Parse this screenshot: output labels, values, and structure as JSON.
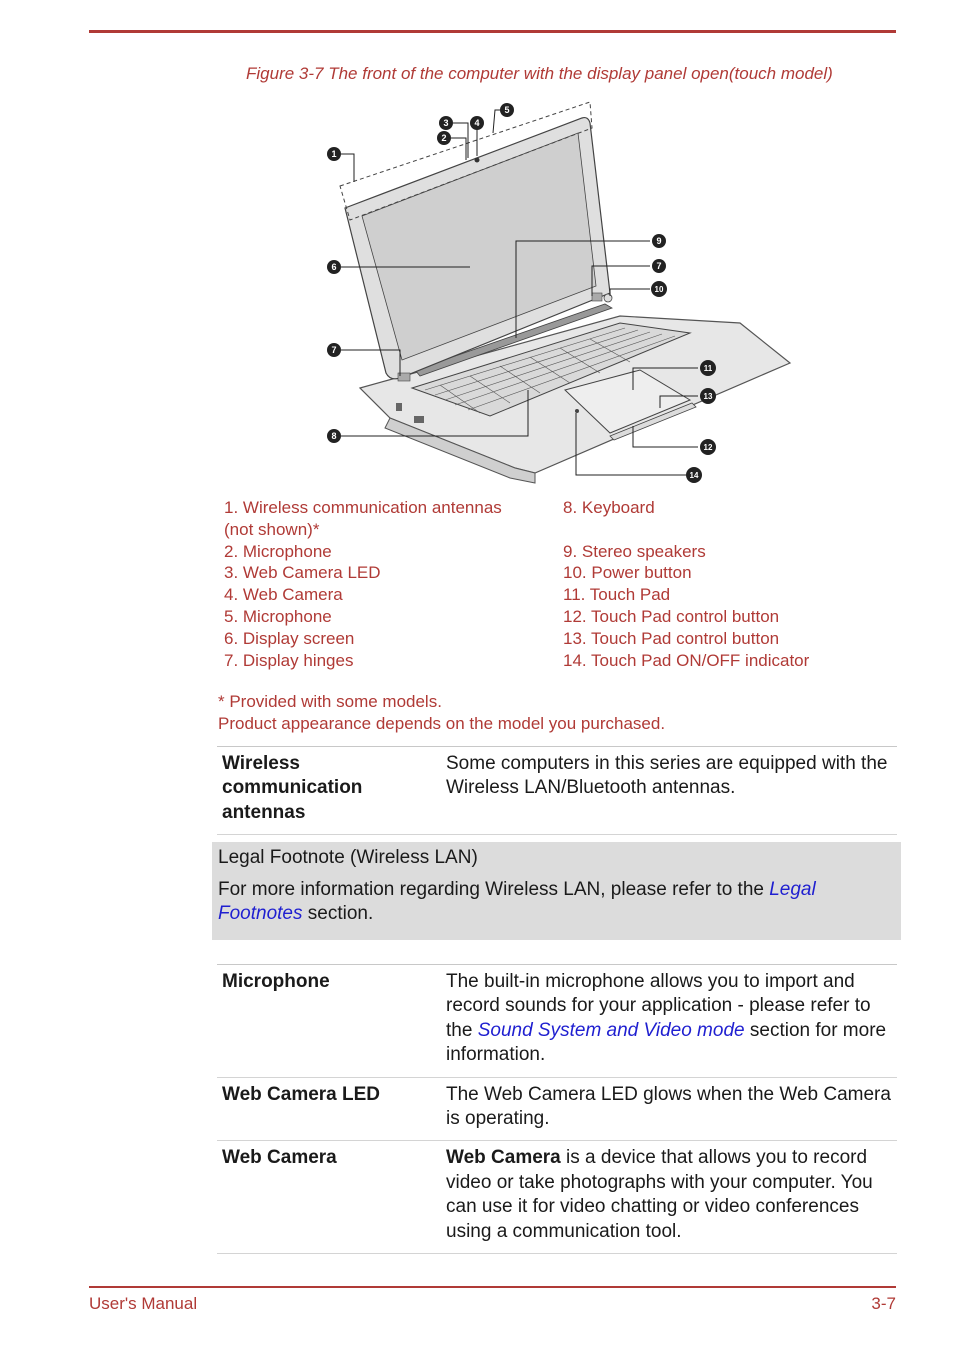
{
  "figure": {
    "caption": "Figure 3-7 The front of the computer with the display panel open(touch model)",
    "callouts": [
      "1",
      "2",
      "3",
      "4",
      "5",
      "6",
      "7",
      "7",
      "8",
      "9",
      "10",
      "11",
      "12",
      "13",
      "14"
    ]
  },
  "legend": {
    "left": [
      "1. Wireless communication antennas",
      "(not shown)*",
      "2. Microphone",
      "3. Web Camera LED",
      "4. Web Camera",
      "5. Microphone",
      "6. Display screen",
      "7. Display hinges"
    ],
    "right": [
      "8. Keyboard",
      "",
      "9. Stereo speakers",
      "10. Power button",
      "11. Touch Pad",
      "12. Touch Pad control button",
      "13. Touch Pad control button",
      "14. Touch Pad ON/OFF indicator"
    ]
  },
  "notes": {
    "line1": "* Provided with some models.",
    "line2": "Product appearance depends on the model you purchased."
  },
  "table1": {
    "rows": [
      {
        "term": "Wireless communication antennas",
        "desc": "Some computers in this series are equipped with the Wireless LAN/Bluetooth antennas."
      }
    ]
  },
  "legal_note": {
    "title": "Legal Footnote (Wireless LAN)",
    "body_pre": "For more information regarding Wireless LAN, please refer to the ",
    "link": "Legal Footnotes",
    "body_post": " section."
  },
  "table2": {
    "microphone": {
      "term": "Microphone",
      "desc_pre": "The built-in microphone allows you to import and record sounds for your application - please refer to the ",
      "link": "Sound System and Video mode",
      "desc_post": " section for more information."
    },
    "led": {
      "term": "Web Camera LED",
      "desc": "The Web Camera LED glows when the Web Camera is operating."
    },
    "camera": {
      "term": "Web Camera",
      "desc_bold": "Web Camera",
      "desc_rest": " is a device that allows you to record video or take photographs with your computer. You can use it for video chatting or video conferences using a communication tool."
    }
  },
  "footer": {
    "left": "User's Manual",
    "right": "3-7"
  },
  "colors": {
    "accent": "#b03a36",
    "link": "#1f1fd0",
    "note_bg": "#dcdcdc"
  }
}
